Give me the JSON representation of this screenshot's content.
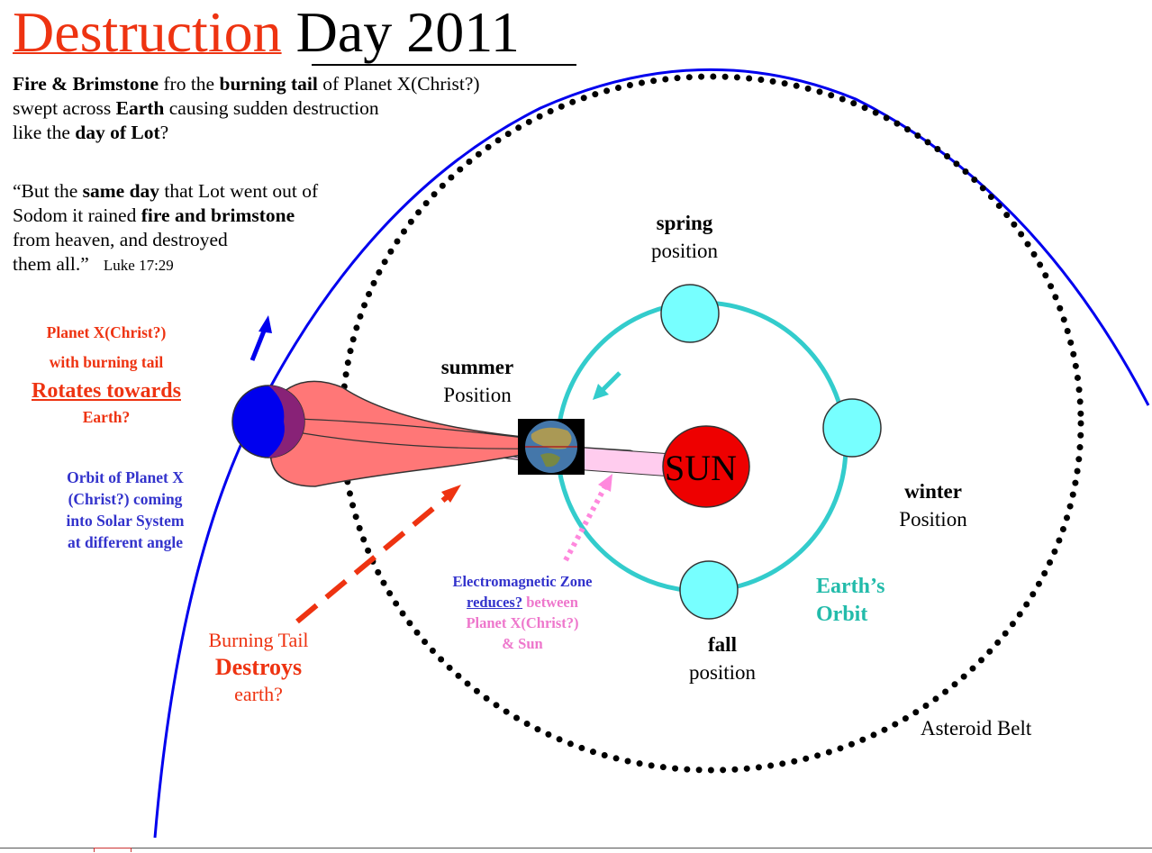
{
  "title": {
    "red_word": "Destruction",
    "rest": "Day  2011"
  },
  "intro": {
    "b1": "Fire & Brimstone",
    "t1": " fro the ",
    "b2": "burning tail",
    "t2": " of Planet X(Christ?)",
    "t3": "swept across ",
    "b3": "Earth",
    "t4": " causing sudden destruction",
    "t5": "like the ",
    "b4": "day of Lot",
    "t6": "?"
  },
  "quote": {
    "t1": "“But the ",
    "b1": "same day",
    "t2": " that Lot went out of",
    "t3": "Sodom it rained ",
    "b2": "fire and brimstone",
    "t4": "from heaven, and destroyed",
    "t5": "them all.”",
    "ref": "Luke 17:29"
  },
  "planet_x_label": {
    "line1": "Planet X(Christ?)",
    "line2": "with burning tail",
    "line3": "Rotates towards",
    "line4": "Earth?"
  },
  "orbit_label": {
    "line1": "Orbit of Planet X",
    "line2": "(Christ?) coming",
    "line3": "into Solar System",
    "line4": "at different angle"
  },
  "seasons": {
    "spring": {
      "bold": "spring",
      "plain": "position"
    },
    "summer": {
      "bold": "summer",
      "plain": "Position"
    },
    "winter": {
      "bold": "winter",
      "plain": "Position"
    },
    "fall": {
      "bold": "fall",
      "plain": "position"
    }
  },
  "sun_label": "SUN",
  "earth_orbit_label": {
    "line1": "Earth’s",
    "line2": "Orbit"
  },
  "em_zone": {
    "line1": "Electromagnetic Zone",
    "line2a": "reduces?",
    "line2b": " between",
    "line3": "Planet X(Christ?)",
    "line4": "& Sun"
  },
  "burning_tail": {
    "line1": "Burning Tail",
    "line2": "Destroys",
    "line3": "earth?"
  },
  "asteroid_belt_label": "Asteroid Belt",
  "colors": {
    "red": "#ee3311",
    "blue": "#0000ee",
    "teal": "#33cccc",
    "cyan_fill": "#77ffff",
    "sun": "#ee0000",
    "planet_blue": "#0000ee",
    "planet_purple": "#882277",
    "tail_red": "#ff7777",
    "tail_pink": "#ffccee",
    "pink_arrow": "#ff88dd"
  }
}
